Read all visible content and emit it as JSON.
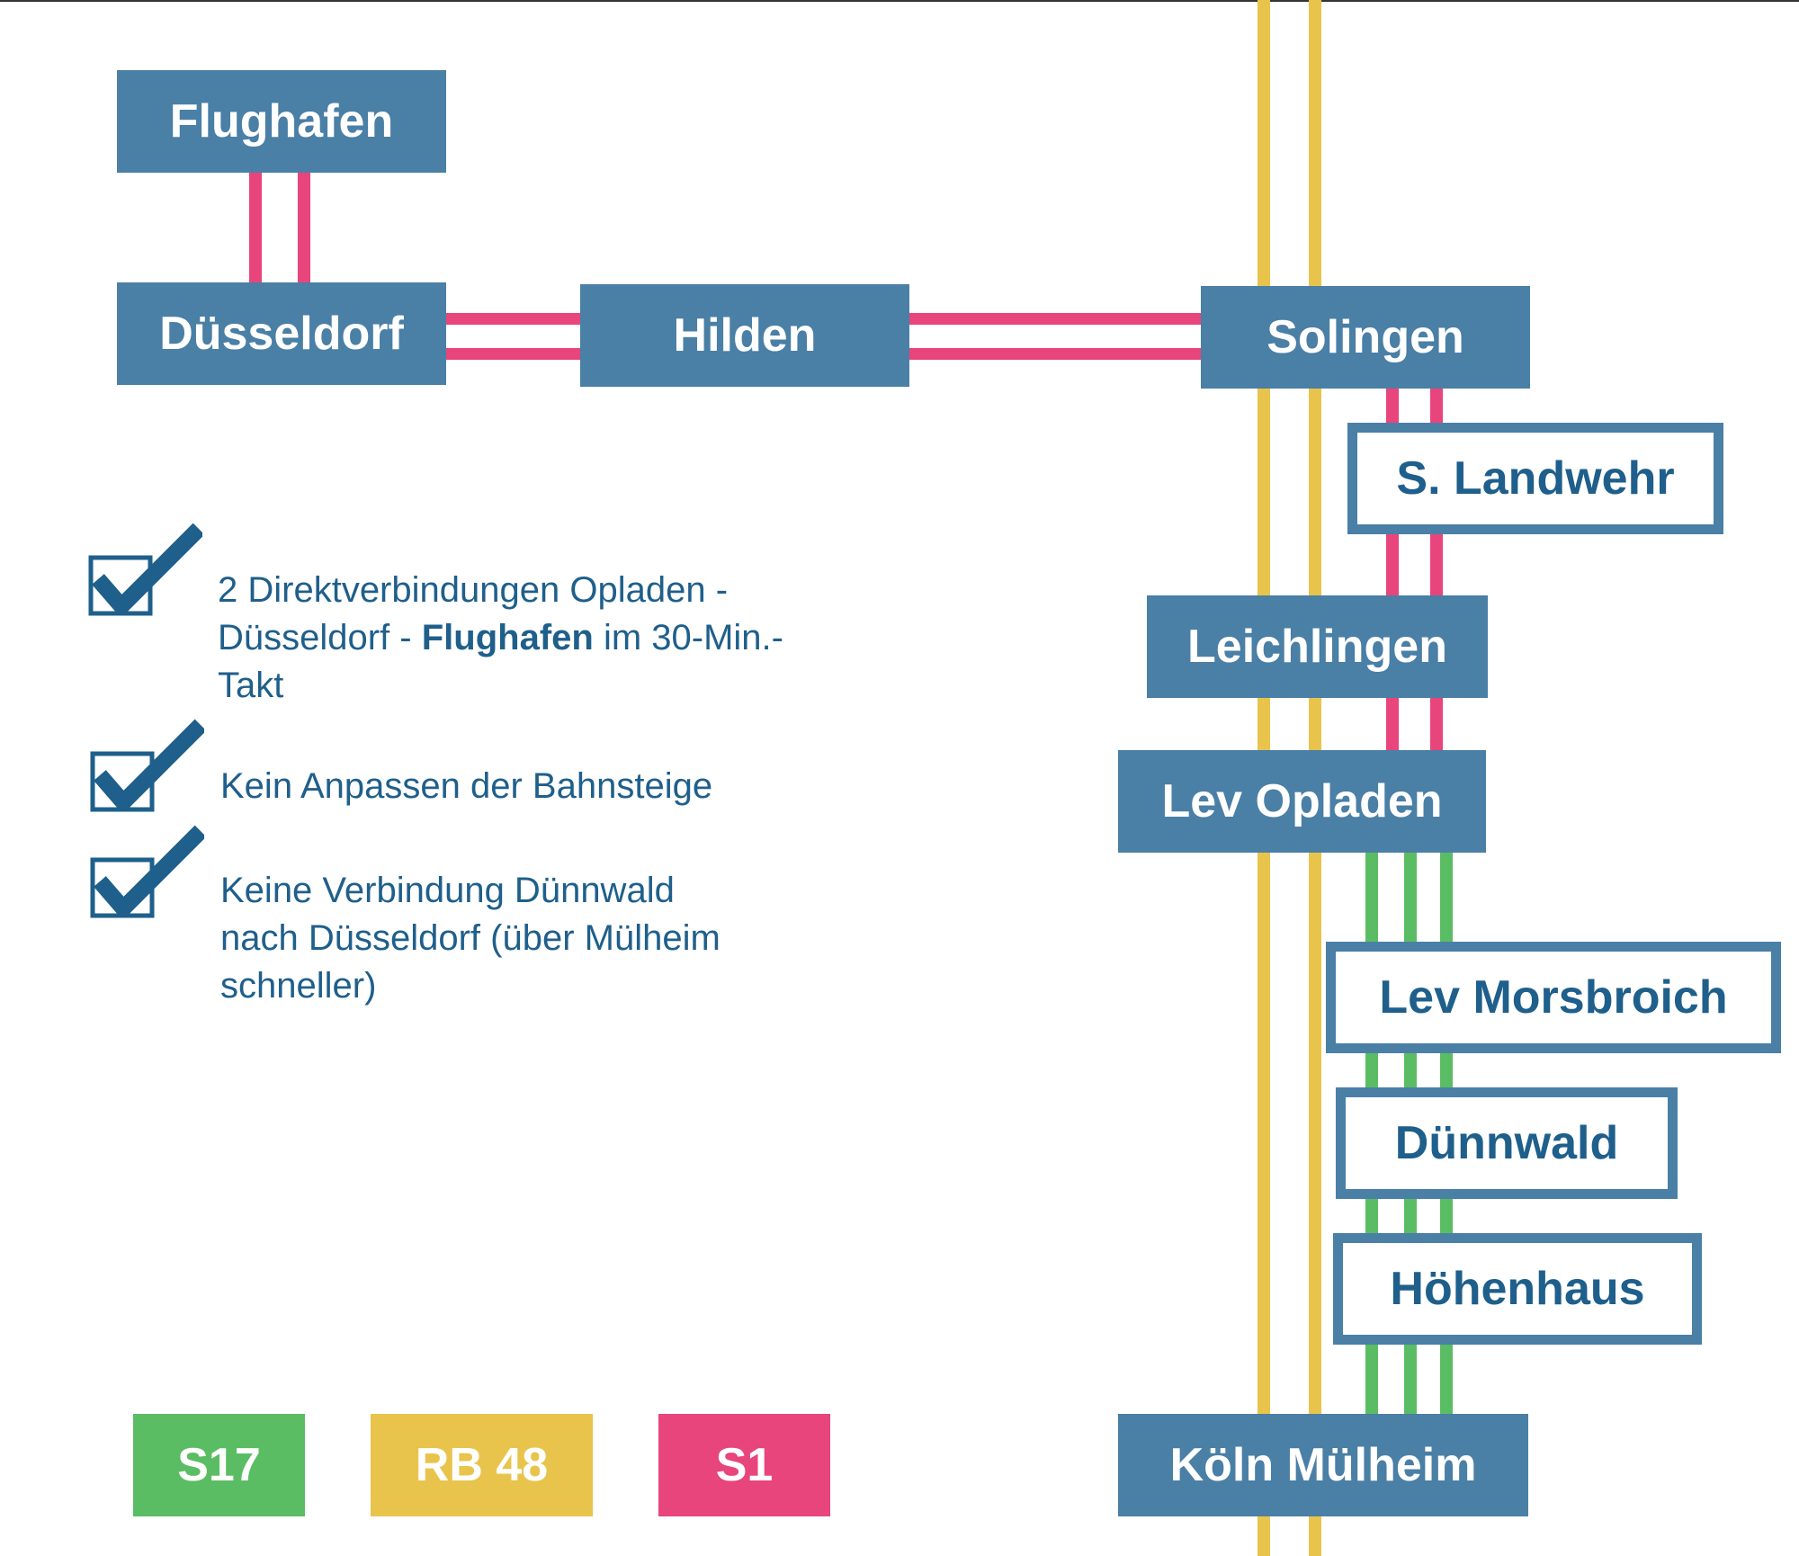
{
  "stations": {
    "flughafen": "Flughafen",
    "duesseldorf": "Düsseldorf",
    "hilden": "Hilden",
    "solingen": "Solingen",
    "s_landwehr": "S. Landwehr",
    "leichlingen": "Leichlingen",
    "lev_opladen": "Lev Opladen",
    "lev_morsbroich": "Lev Morsbroich",
    "duennwald": "Dünnwald",
    "hoehenhaus": "Höhenhaus",
    "koeln_muelheim": "Köln Mülheim"
  },
  "legend": {
    "s17": "S17",
    "rb48": "RB 48",
    "s1": "S1"
  },
  "benefits": {
    "b1": {
      "part1": "2 Direktverbindungen Opladen - Düsseldorf - ",
      "bold": "Flughafen",
      "part2": " im 30-Min.-Takt"
    },
    "b2": "Kein Anpassen der Bahnsteige",
    "b3": "Keine Verbindung Dünnwald nach Düsseldorf (über Mülheim schneller)"
  },
  "colors": {
    "station_blue": "#4a7fa6",
    "text_blue": "#1f5f8b",
    "s1_pink": "#e8457c",
    "rb48_yellow": "#e9c44c",
    "s17_green": "#5bbd63",
    "checkbox_blue": "#1f5f8b"
  },
  "icons": [
    "checkbox-check-icon"
  ]
}
